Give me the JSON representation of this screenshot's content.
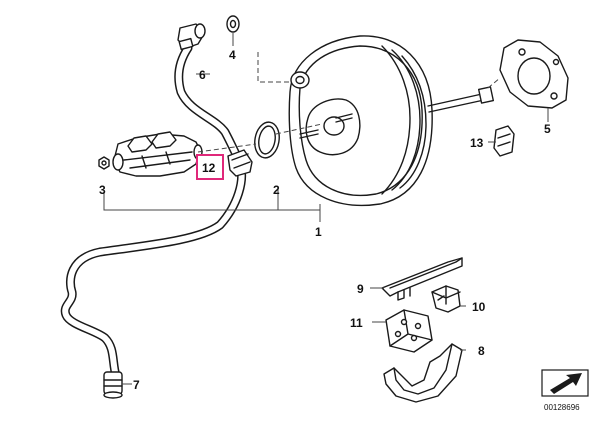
{
  "callouts": {
    "c1": "1",
    "c2": "2",
    "c3": "3",
    "c4": "4",
    "c5": "5",
    "c6": "6",
    "c7": "7",
    "c8": "8",
    "c9": "9",
    "c10": "10",
    "c11": "11",
    "c12": "12",
    "c13": "13"
  },
  "highlight_color": "#e0287a",
  "image_ref": "00128696",
  "icons": {
    "corner_arrow": "arrow-icon"
  }
}
